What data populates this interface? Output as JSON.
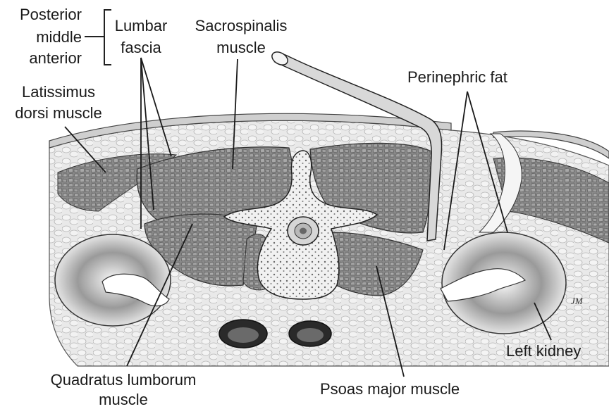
{
  "labels": {
    "fascia_layers": [
      "Posterior",
      "middle",
      "anterior"
    ],
    "lumbar_fascia": [
      "Lumbar",
      "fascia"
    ],
    "sacrospinalis": [
      "Sacrospinalis",
      "muscle"
    ],
    "latissimus": [
      "Latissimus",
      "dorsi muscle"
    ],
    "perinephric": "Perinephric fat",
    "quadratus": [
      "Quadratus lumborum",
      "muscle"
    ],
    "psoas": "Psoas major muscle",
    "left_kidney": "Left kidney"
  },
  "signature": "JM"
}
